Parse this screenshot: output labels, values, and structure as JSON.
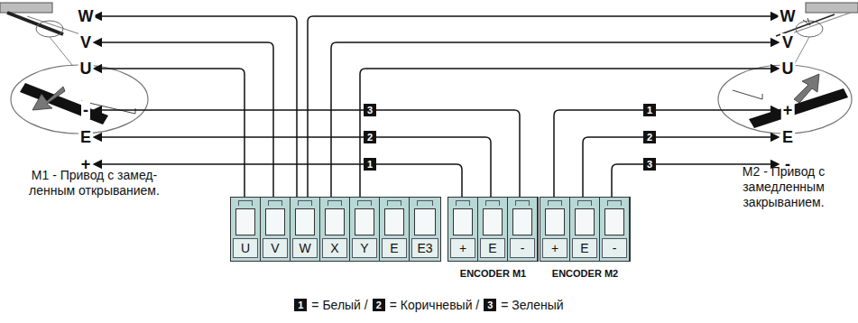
{
  "diagram": {
    "nodes": [
      {
        "text": [
          "U",
          "V",
          "W",
          "X",
          "Y",
          "E",
          "E3"
        ]
      },
      {
        "text": [
          "+",
          "E",
          "-",
          "ENCODER M1"
        ]
      },
      {
        "text": [
          "+",
          "E",
          "-",
          "ENCODER M2"
        ]
      }
    ],
    "labels": [
      "W",
      "V",
      "U",
      "-",
      "E",
      "+",
      "W",
      "V",
      "U",
      "+",
      "E",
      "-",
      "3",
      "2",
      "1",
      "1",
      "2",
      "3",
      "M1 - Привод с замед- ленным открыванием.",
      "M2 - Привод с замедленным закрыванием.",
      "1",
      "= Белый /",
      "2",
      "= Коричневый /",
      "3",
      "= Зеленый"
    ]
  }
}
